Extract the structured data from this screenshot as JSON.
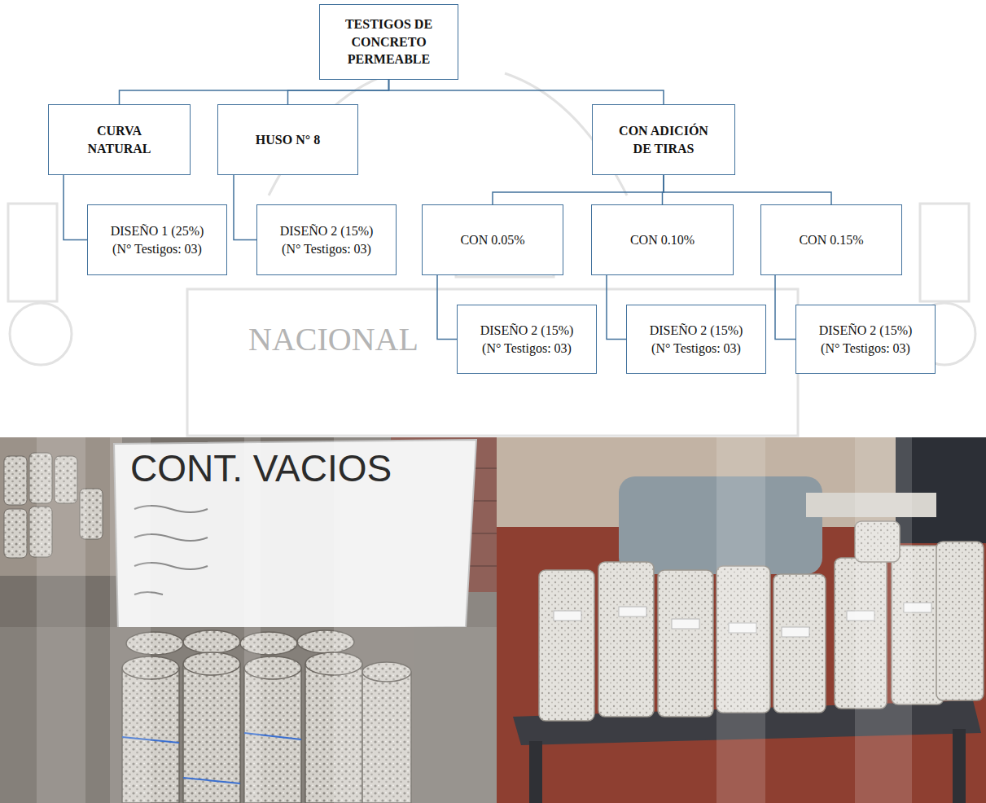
{
  "diagram": {
    "nodes": [
      {
        "text": [
          "TESTIGOS DE CONCRETO PERMEABLE"
        ]
      },
      {
        "text": [
          "CURVA NATURAL"
        ]
      },
      {
        "text": [
          "HUSO N° 8"
        ]
      },
      {
        "text": [
          "CON ADICIÓN DE TIRAS"
        ]
      },
      {
        "text": [
          "DISEÑO 1 (25%) (N° Testigos: 03)"
        ]
      },
      {
        "text": [
          "DISEÑO 2 (15%) (N° Testigos: 03)"
        ]
      },
      {
        "text": [
          "CON 0.05%"
        ]
      },
      {
        "text": [
          "CON 0.10%"
        ]
      },
      {
        "text": [
          "CON 0.15%"
        ]
      },
      {
        "text": [
          "DISEÑO 2 (15%) (N° Testigos: 03)"
        ]
      },
      {
        "text": [
          "DISEÑO 2 (15%) (N° Testigos: 03)"
        ]
      },
      {
        "text": [
          "DISEÑO 2 (15%) (N° Testigos: 03)"
        ]
      }
    ],
    "edges": [
      {
        "from": 0,
        "to": 1,
        "arrow": "none"
      },
      {
        "from": 0,
        "to": 2,
        "arrow": "none"
      },
      {
        "from": 0,
        "to": 3,
        "arrow": "none"
      },
      {
        "from": 1,
        "to": 4,
        "arrow": "none"
      },
      {
        "from": 2,
        "to": 5,
        "arrow": "none"
      },
      {
        "from": 3,
        "to": 6,
        "arrow": "none"
      },
      {
        "from": 3,
        "to": 7,
        "arrow": "none"
      },
      {
        "from": 3,
        "to": 8,
        "arrow": "none"
      },
      {
        "from": 6,
        "to": 9,
        "arrow": "none"
      },
      {
        "from": 7,
        "to": 10,
        "arrow": "none"
      },
      {
        "from": 8,
        "to": 11,
        "arrow": "none"
      }
    ],
    "labels": [
      "NACIONAL",
      "CONT. VACIOS"
    ]
  }
}
